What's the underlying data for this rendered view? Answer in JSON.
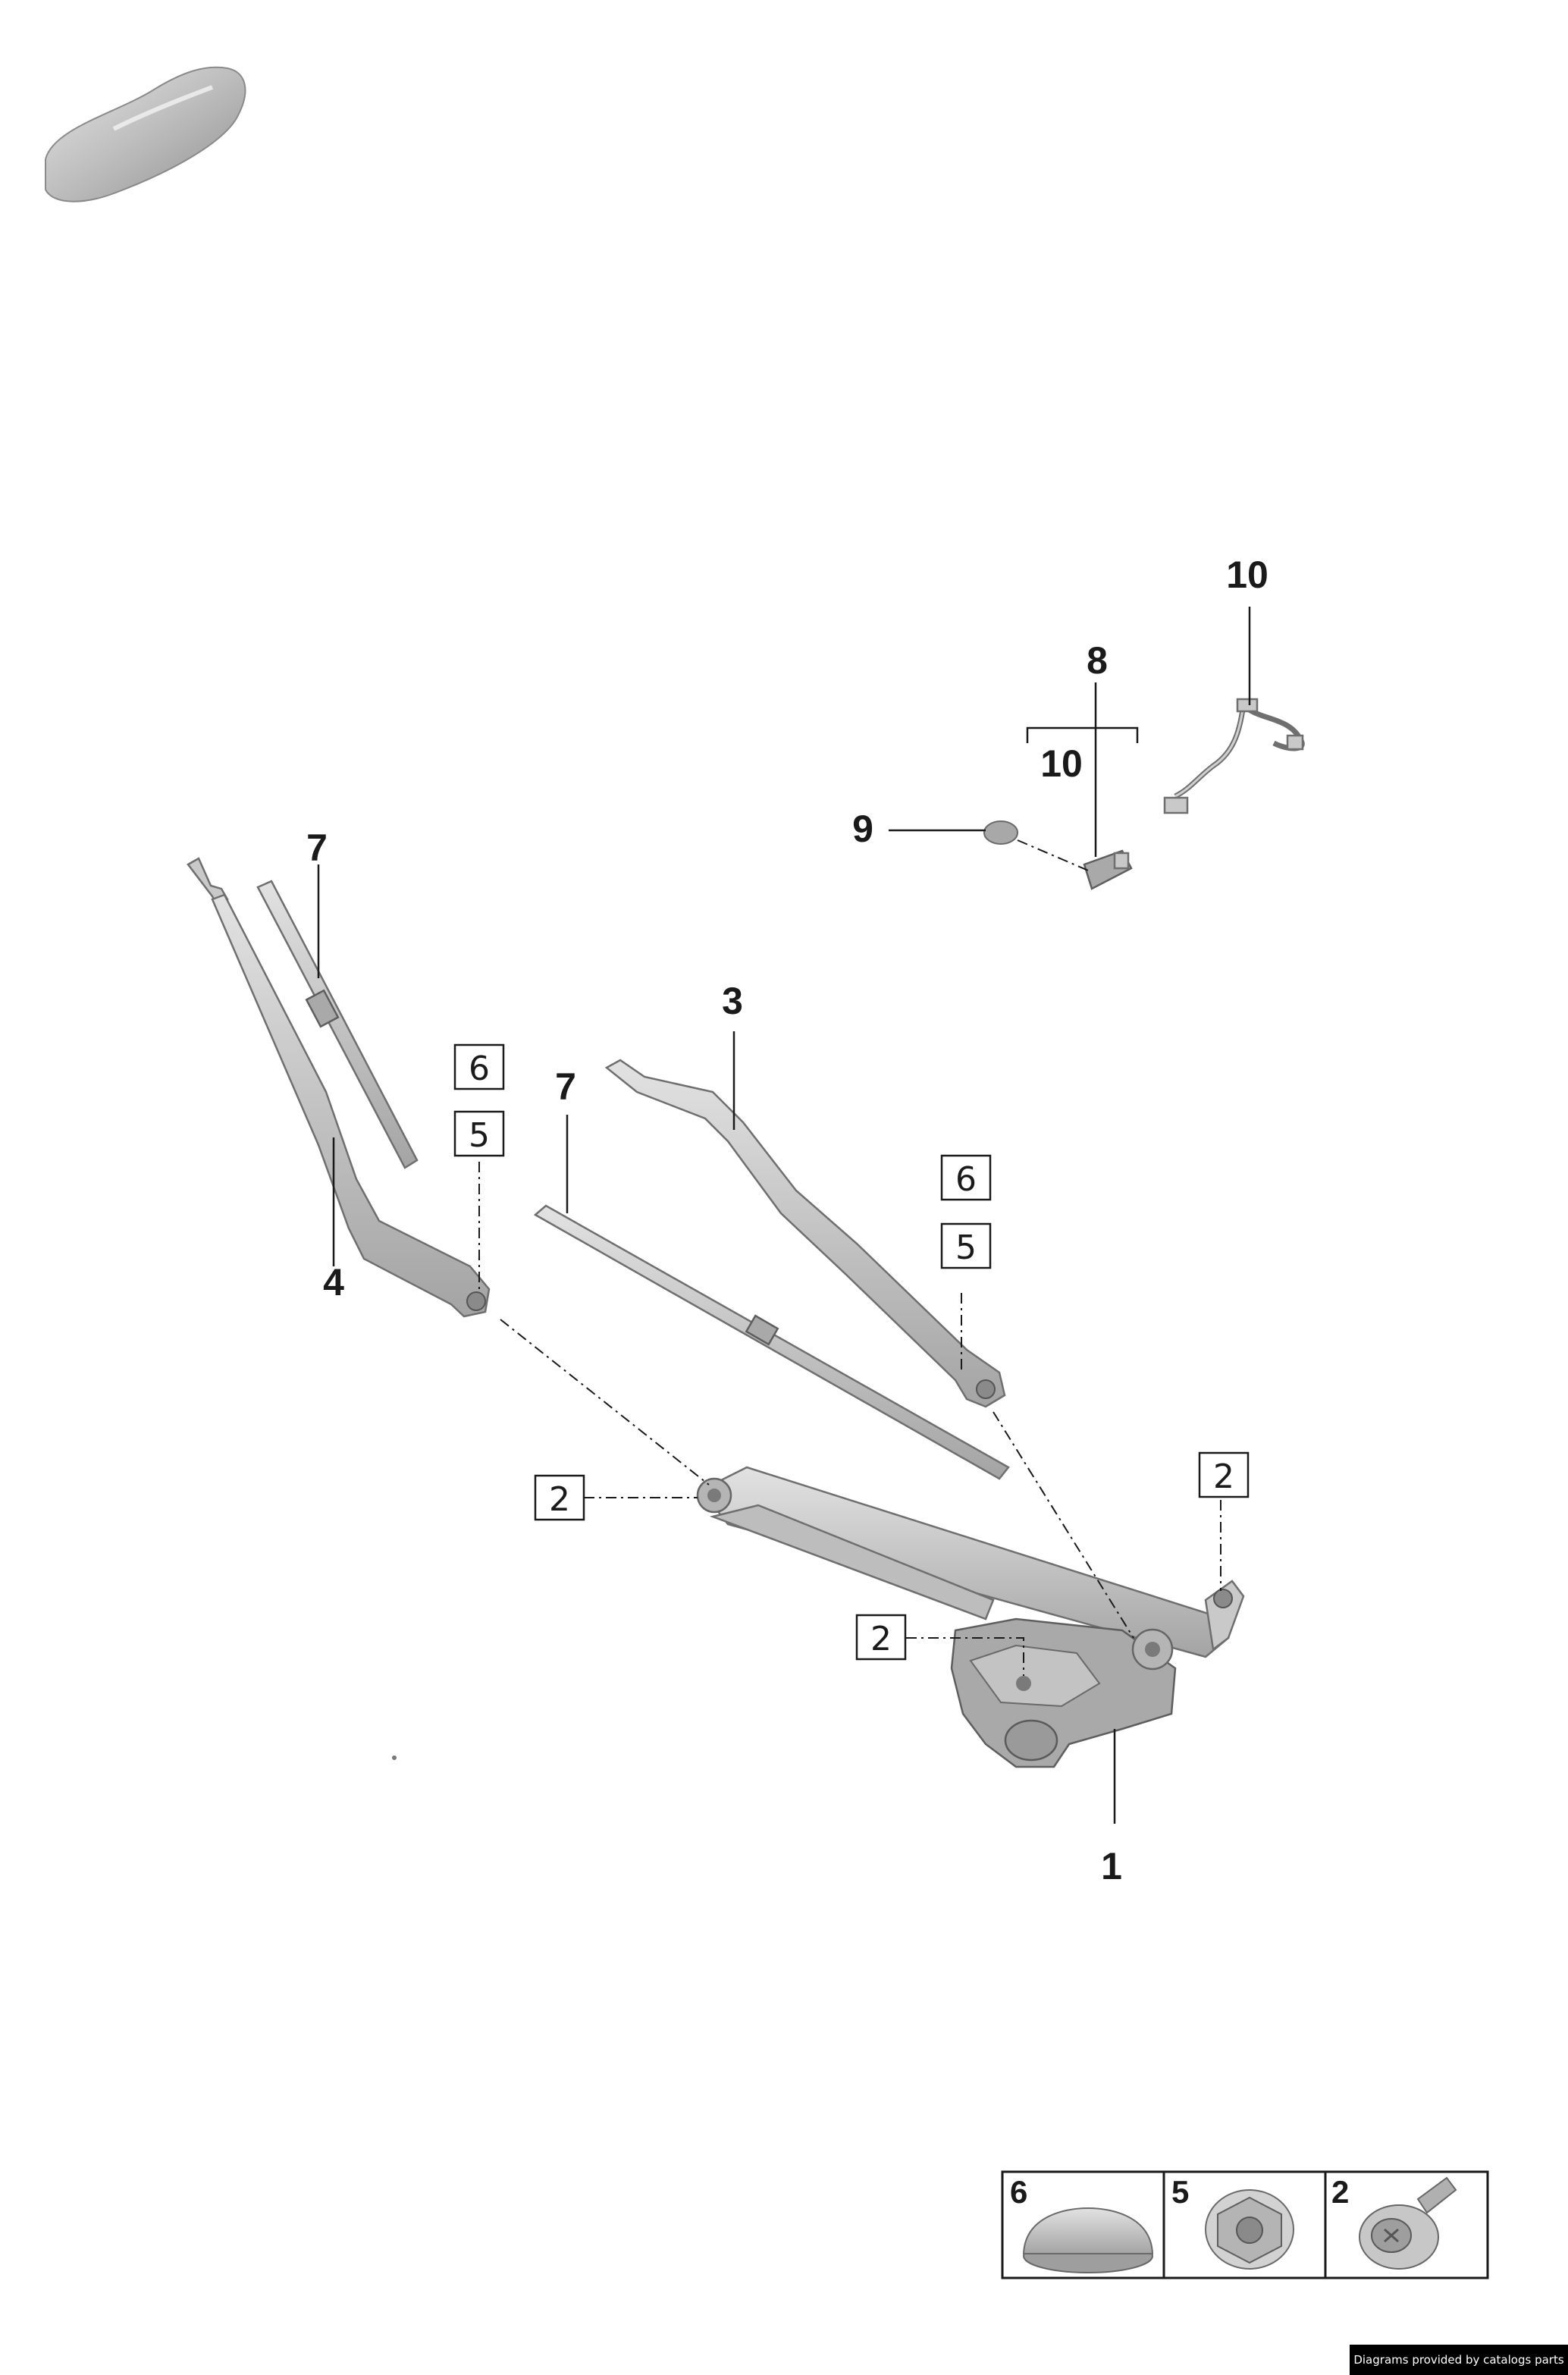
{
  "callouts": {
    "c1": "1",
    "c3": "3",
    "c4": "4",
    "c7a": "7",
    "c7b": "7",
    "c8": "8",
    "c9": "9",
    "c10a": "10",
    "c10b": "10"
  },
  "boxed_callouts": {
    "b6a": "6",
    "b5a": "5",
    "b6b": "6",
    "b5b": "5",
    "b2a": "2",
    "b2b": "2",
    "b2c": "2"
  },
  "legend": {
    "items": [
      {
        "number": "6",
        "icon": "cap-icon"
      },
      {
        "number": "5",
        "icon": "hex-nut-icon"
      },
      {
        "number": "2",
        "icon": "bolt-icon"
      }
    ]
  },
  "credit": "Diagrams provided by catalogs parts"
}
